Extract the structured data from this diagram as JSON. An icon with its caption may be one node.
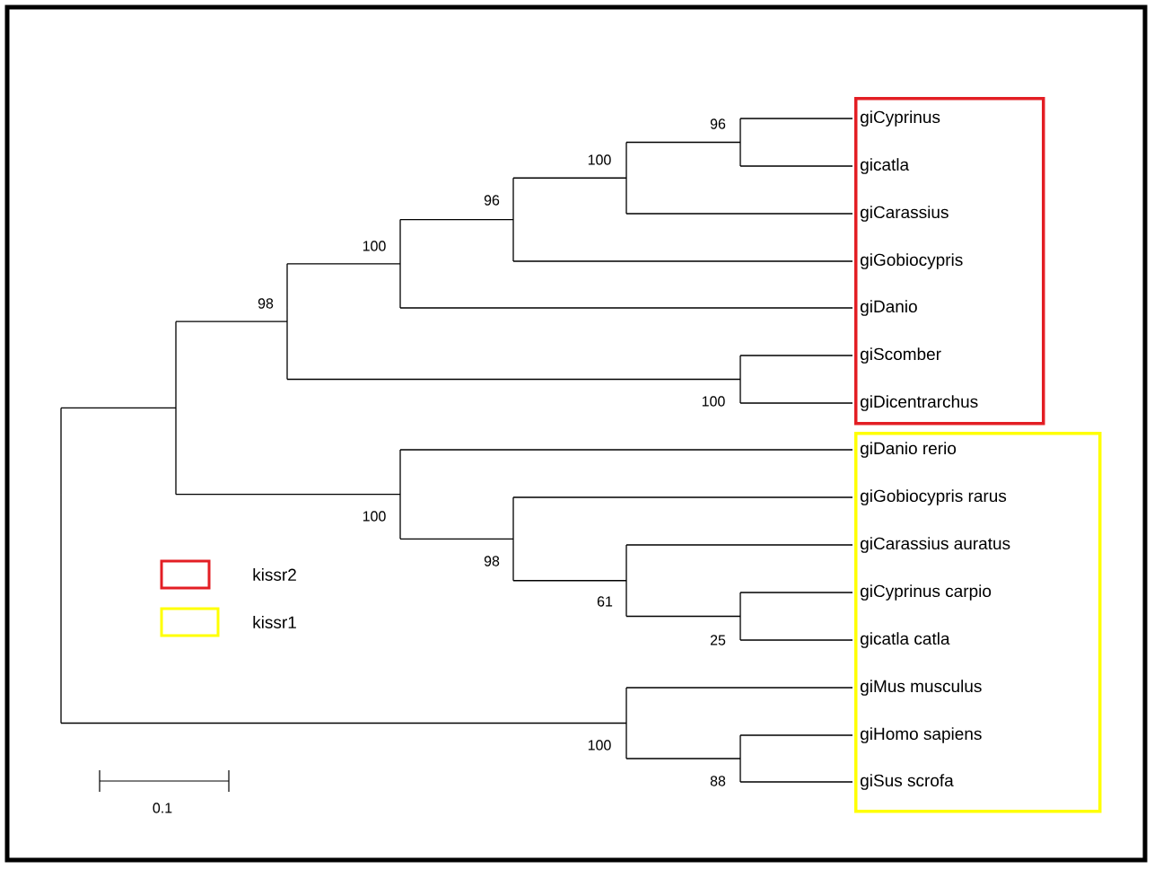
{
  "diagram": {
    "nodes": [
      {
        "text": [],
        "shape": "box"
      },
      {
        "text": [
          "giCyprinus"
        ],
        "in": 0
      },
      {
        "text": [
          "gicatla"
        ],
        "in": 0
      },
      {
        "text": [
          "giCarassius"
        ],
        "in": 0
      },
      {
        "text": [
          "giGobiocypris"
        ],
        "in": 0
      },
      {
        "text": [
          "giDanio"
        ],
        "in": 0
      },
      {
        "text": [
          "giScomber"
        ],
        "in": 0
      },
      {
        "text": [
          "giDicentrarchus"
        ],
        "in": 0
      },
      {
        "text": [],
        "shape": "box"
      },
      {
        "text": [
          "giDanio rerio"
        ],
        "in": 8
      },
      {
        "text": [
          "giGobiocypris rarus"
        ],
        "in": 8
      },
      {
        "text": [
          "giCarassius auratus"
        ],
        "in": 8
      },
      {
        "text": [
          "giCyprinus carpio"
        ],
        "in": 8
      },
      {
        "text": [
          "gicatla catla"
        ],
        "in": 8
      },
      {
        "text": [
          "giMus musculus"
        ],
        "in": 8
      },
      {
        "text": [
          "giHomo sapiens"
        ],
        "in": 8
      },
      {
        "text": [
          "giSus scrofa"
        ],
        "in": 8
      }
    ],
    "labels": [
      "96",
      "100",
      "96",
      "100",
      "98",
      "100",
      "100",
      "98",
      "61",
      "25",
      "100",
      "88",
      "0.1"
    ],
    "legend": [
      {
        "text": "kissr2",
        "color": "#e31e24"
      },
      {
        "text": "kissr1",
        "color": "#ffff00"
      }
    ]
  }
}
